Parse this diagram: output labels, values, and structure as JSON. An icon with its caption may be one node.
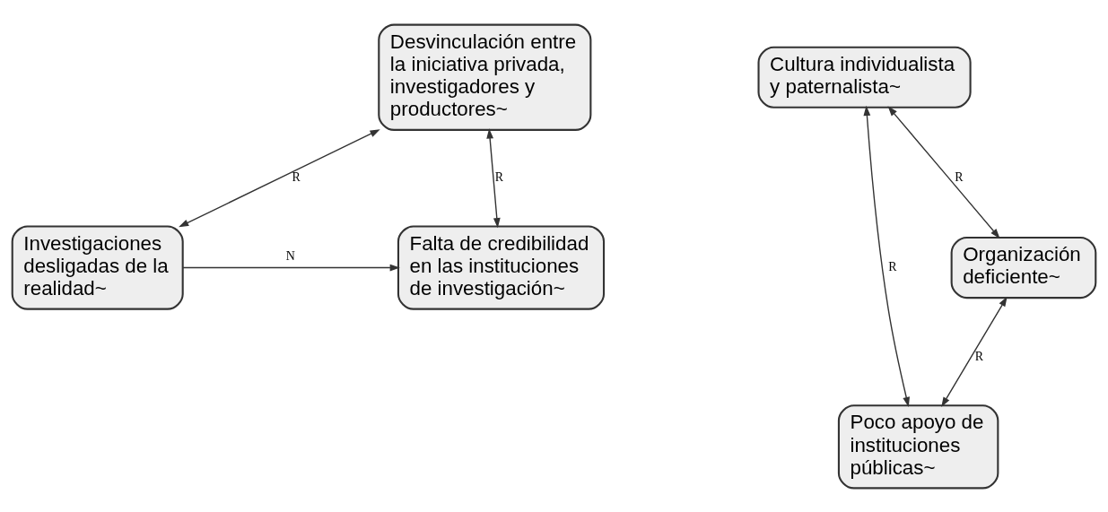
{
  "diagram": {
    "nodes": [
      {
        "text": [
          "Desvinculación entre la iniciativa privada, investigadores y productores~"
        ]
      },
      {
        "text": [
          "Investigaciones desligadas de la realidad~"
        ]
      },
      {
        "text": [
          "Falta de credibilidad en las instituciones de investigación~"
        ]
      },
      {
        "text": [
          "Cultura individualista y paternalista~"
        ]
      },
      {
        "text": [
          "Poco apoyo de instituciones públicas~"
        ]
      },
      {
        "text": [
          "Organización deficiente~"
        ]
      }
    ],
    "edges": [
      {
        "from": 0,
        "to": 1,
        "arrow": "both",
        "label": "R"
      },
      {
        "from": 0,
        "to": 2,
        "arrow": "both",
        "label": "R"
      },
      {
        "from": 1,
        "to": 2,
        "arrow": "to",
        "label": "N"
      },
      {
        "from": 3,
        "to": 4,
        "arrow": "both",
        "label": "R"
      },
      {
        "from": 3,
        "to": 5,
        "arrow": "both",
        "label": "R"
      },
      {
        "from": 5,
        "to": 4,
        "arrow": "both",
        "label": "R"
      }
    ]
  }
}
